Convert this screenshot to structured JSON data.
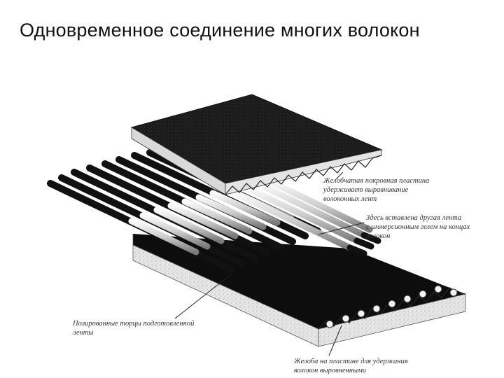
{
  "slide": {
    "title": "Одновременное соединение многих волокон"
  },
  "figure": {
    "callouts": {
      "cover_plate": [
        "Желобчатая покровная пластина",
        "удерживает выравнивание",
        "волоконных лент"
      ],
      "second_tape": [
        "Здесь вставлена другая лента",
        "с иммерсионным гелем на концах",
        "волокон"
      ],
      "polished_ends": [
        "Полированные торцы подготовленной",
        "ленты"
      ],
      "plate_grooves": [
        "Желоба на пластине для удержания",
        "волокон выровненными"
      ]
    }
  }
}
